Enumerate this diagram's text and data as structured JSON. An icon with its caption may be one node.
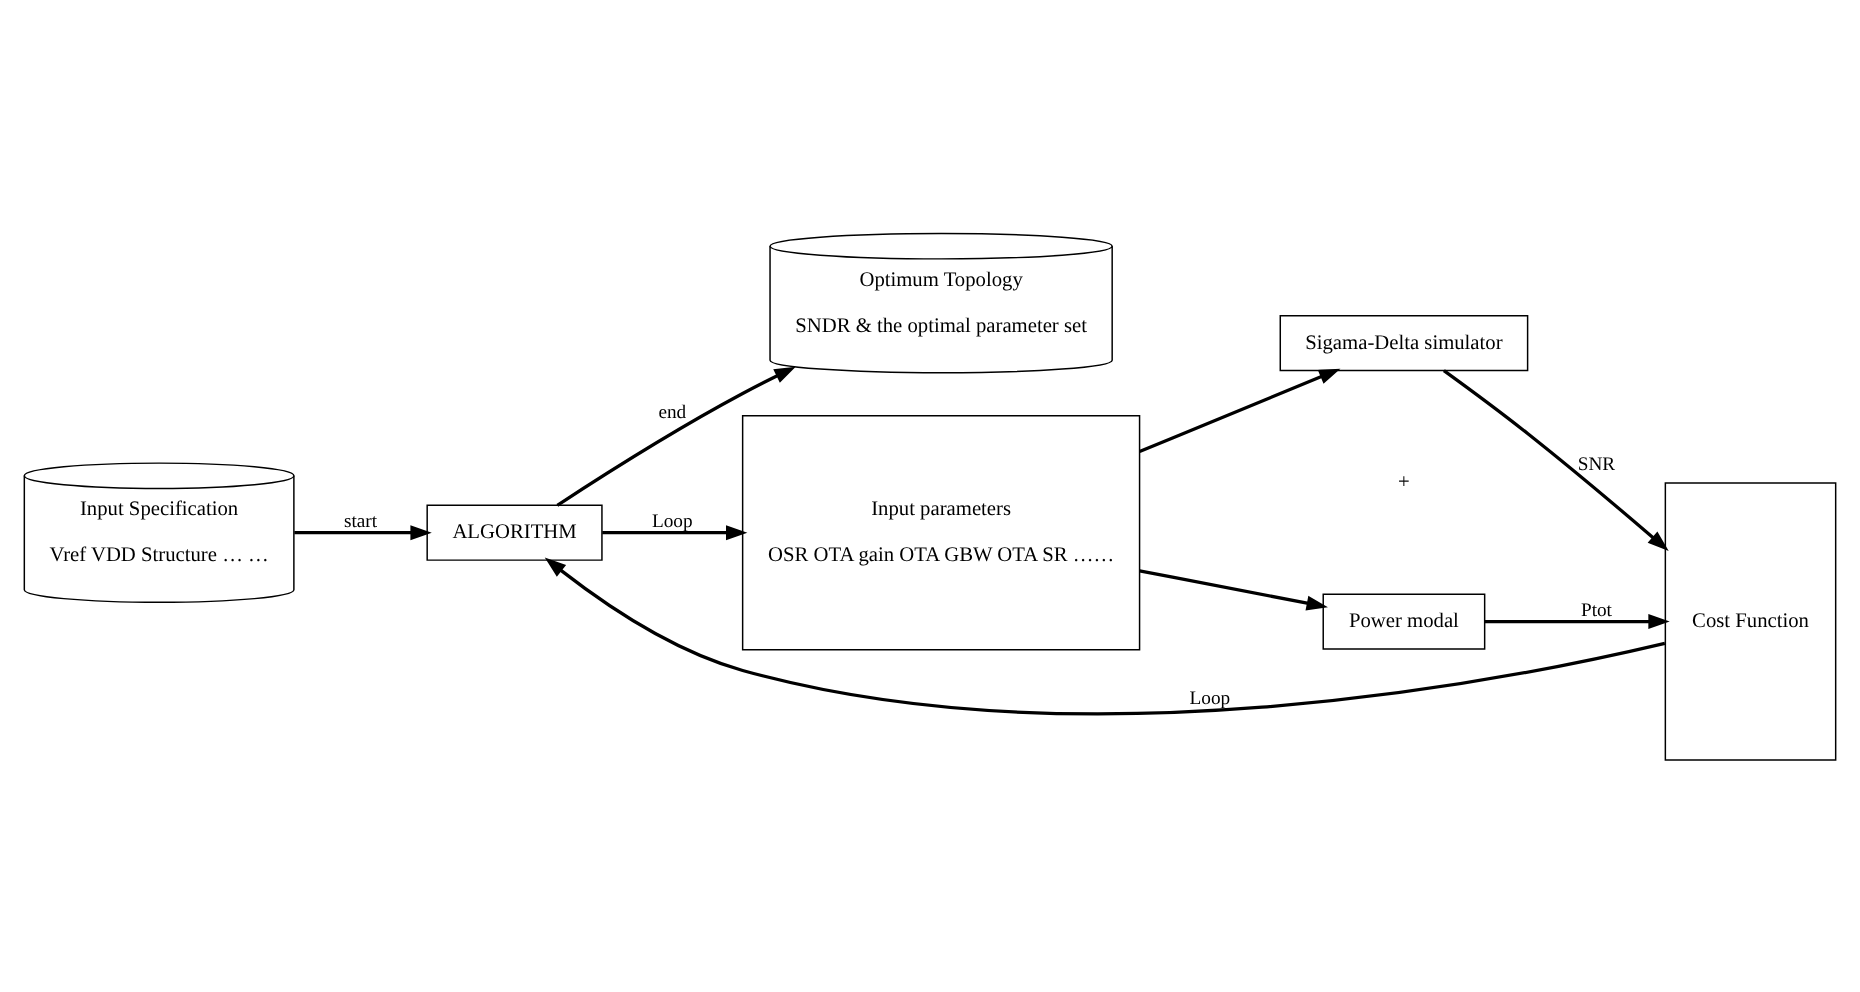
{
  "diagram": {
    "nodes": [
      {
        "text": [
          "Input Specification",
          "Vref VDD Structure … …"
        ]
      },
      {
        "text": [
          "ALGORITHM"
        ]
      },
      {
        "text": [
          "Optimum Topology",
          "SNDR & the optimal parameter set"
        ]
      },
      {
        "text": [
          "Cost Function"
        ]
      },
      {
        "text": [
          "Sigama-Delta simulator"
        ]
      },
      {
        "text": [
          "Power modal"
        ]
      },
      {
        "text": [
          "Input parameters",
          "OSR OTA gain OTA GBW OTA SR ……"
        ]
      }
    ],
    "edges": [
      {
        "from": 0,
        "to": 1,
        "arrow": "to",
        "label": "start"
      },
      {
        "from": 1,
        "to": 2,
        "arrow": "to",
        "label": "end"
      },
      {
        "from": 1,
        "to": 6,
        "arrow": "to",
        "label": "Loop"
      },
      {
        "from": 6,
        "to": 4,
        "arrow": "to"
      },
      {
        "from": 6,
        "to": 5,
        "arrow": "to"
      },
      {
        "from": 4,
        "to": 3,
        "arrow": "to",
        "label": "SNR"
      },
      {
        "from": 5,
        "to": 3,
        "arrow": "to",
        "label": "Ptot"
      },
      {
        "from": 3,
        "to": 1,
        "arrow": "to",
        "label": "Loop"
      }
    ],
    "labels": [
      "+"
    ]
  }
}
